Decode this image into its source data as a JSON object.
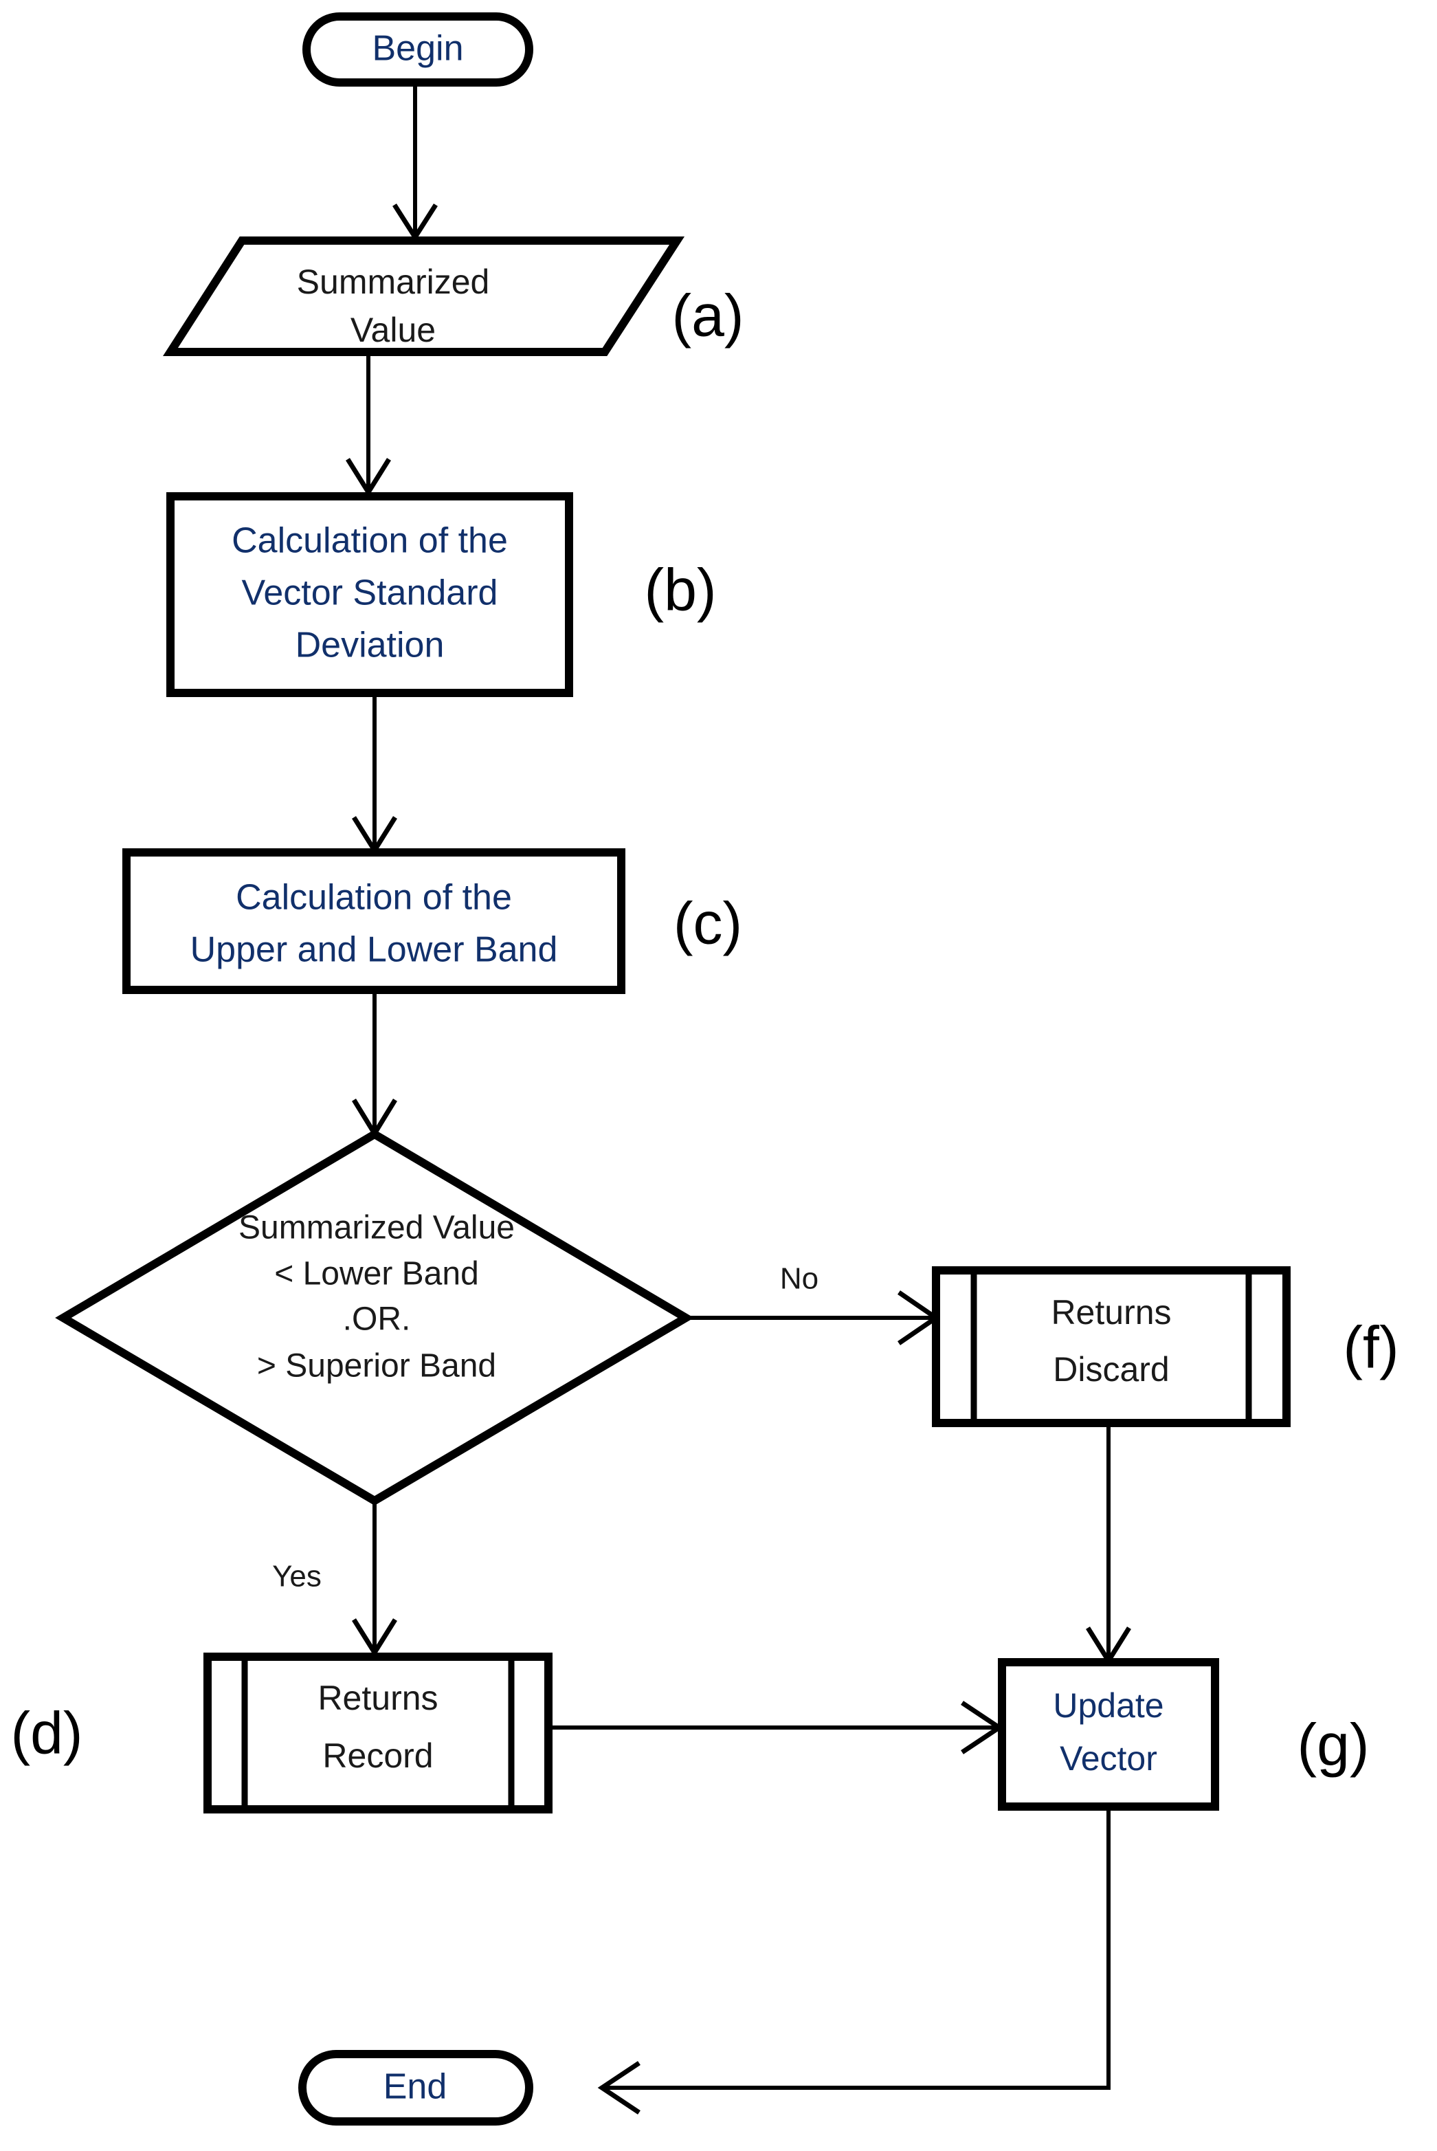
{
  "diagram": {
    "title": "Bollinger Band Outlier Detection Flowchart",
    "background_color": "#ffffff",
    "accent_text_color": "#11306b",
    "outline_color": "#000000",
    "nodes": {
      "begin": {
        "label": "Begin",
        "shape": "terminator",
        "text_color": "#11306b"
      },
      "summarized_value": {
        "label_line1": "Summarized",
        "label_line2": "Value",
        "shape": "parallelogram-input-output",
        "text_color": "#1a1a1a",
        "tag": "(a)"
      },
      "calc_std_dev": {
        "label_line1": "Calculation of the",
        "label_line2": "Vector Standard",
        "label_line3": "Deviation",
        "shape": "process",
        "text_color": "#11306b",
        "tag": "(b)"
      },
      "calc_bands": {
        "label_line1": "Calculation of the",
        "label_line2": "Upper and Lower Band",
        "shape": "process",
        "text_color": "#11306b",
        "tag": "(c)"
      },
      "decision": {
        "label_line1": "Summarized Value",
        "label_line2": "< Lower Band",
        "label_line3": ".OR.",
        "label_line4": "> Superior Band",
        "shape": "decision-diamond",
        "text_color": "#1a1a1a"
      },
      "returns_discard": {
        "label_line1": "Returns",
        "label_line2": "Discard",
        "shape": "predefined-process",
        "text_color": "#1a1a1a",
        "tag": "(f)"
      },
      "returns_record": {
        "label_line1": "Returns",
        "label_line2": "Record",
        "shape": "predefined-process",
        "text_color": "#1a1a1a",
        "tag": "(d)"
      },
      "update_vector": {
        "label_line1": "Update",
        "label_line2": "Vector",
        "shape": "process",
        "text_color": "#11306b",
        "tag": "(g)"
      },
      "end": {
        "label": "End",
        "shape": "terminator",
        "text_color": "#11306b"
      }
    },
    "edges": {
      "decision_no": {
        "label": "No"
      },
      "decision_yes": {
        "label": "Yes"
      }
    }
  }
}
